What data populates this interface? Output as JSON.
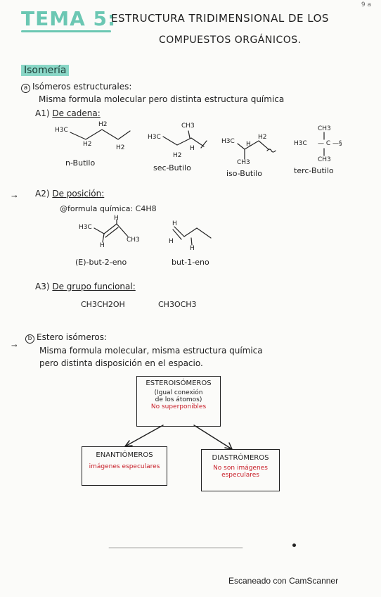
{
  "corner_mark": "9 a",
  "title": {
    "tema": "TEMA 5:",
    "line1": "ESTRUCTURA TRIDIMENSIONAL DE LOS",
    "line2": "COMPUESTOS ORGÁNICOS."
  },
  "section": "Isomería",
  "structural": {
    "heading": "Isómeros estructurales:",
    "definition": "Misma formula molecular pero distinta estructura química",
    "a1_label": "A1)",
    "a1_title": "De cadena:",
    "butyls": [
      {
        "name": "n-Butilo"
      },
      {
        "name": "sec-Butilo"
      },
      {
        "name": "iso-Butilo"
      },
      {
        "name": "terc-Butilo"
      }
    ],
    "a2_label": "A2)",
    "a2_title": "De posición:",
    "formula_line": "@formula química: C4H8",
    "alkenes": [
      {
        "name": "(E)-but-2-eno"
      },
      {
        "name": "but-1-eno"
      }
    ],
    "a3_label": "A3)",
    "a3_title": "De grupo funcional:",
    "functional": [
      "CH3CH2OH",
      "CH3OCH3"
    ]
  },
  "chem_labels": {
    "h3c": "H3C",
    "h2": "H2",
    "ch3": "CH3",
    "h": "H",
    "c": "C"
  },
  "stereo": {
    "heading": "Estero isómeros:",
    "line1": "Misma formula molecular, misma estructura química",
    "line2": "pero distinta disposición en el espacio."
  },
  "diagram": {
    "top": {
      "title": "ESTEROISÓMEROS",
      "line1": "(Igual conexión",
      "line2": "de los átomos)",
      "note": "No superponibles"
    },
    "left": {
      "title": "ENANTIÓMEROS",
      "note": "imágenes especulares"
    },
    "right": {
      "title": "DIASTRÓMEROS",
      "note1": "No son imágenes",
      "note2": "especulares"
    }
  },
  "footer": "Escaneado con CamScanner",
  "colors": {
    "accent": "#6bc7b3",
    "red": "#c8202a",
    "ink": "#1c1c1c"
  }
}
